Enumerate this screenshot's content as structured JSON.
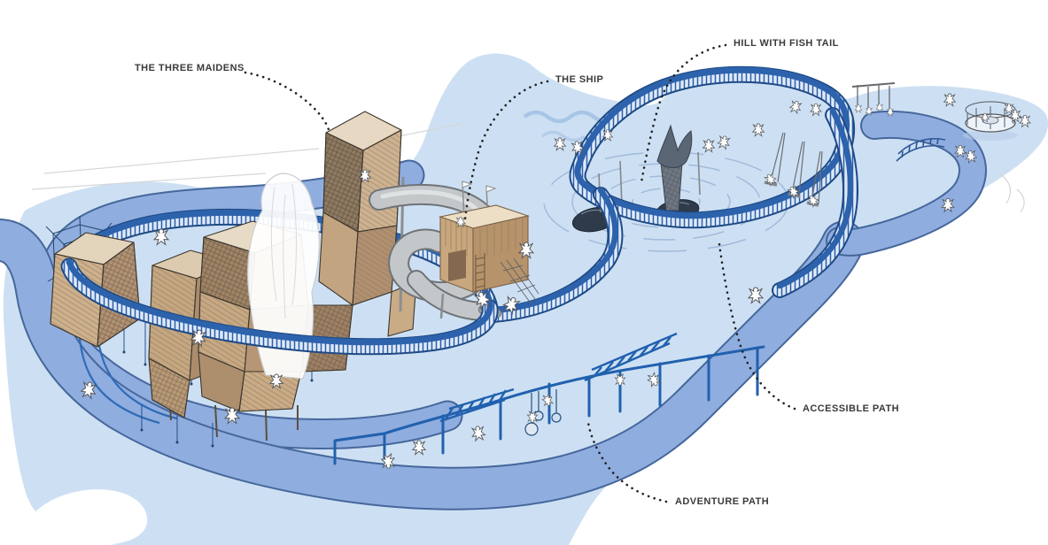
{
  "annotations": {
    "labels": [
      {
        "id": "the-three-maidens",
        "text": "THE THREE MAIDENS"
      },
      {
        "id": "the-ship",
        "text": "THE SHIP"
      },
      {
        "id": "hill-with-fish-tail",
        "text": "HILL WITH FISH TAIL"
      },
      {
        "id": "accessible-path",
        "text": "ACCESSIBLE PATH"
      },
      {
        "id": "adventure-path",
        "text": "ADVENTURE PATH"
      }
    ]
  },
  "palette": {
    "ground": "#cde0f3",
    "path_medium": "#8fadde",
    "ribbon_dark": "#2d62ac",
    "rail_light": "#dfeaf8",
    "wood": "#c9ab86",
    "slide_gray": "#c4c7ca",
    "ink": "#3a3a3a",
    "leader_dots": "#222222",
    "figure_white": "#ffffff"
  }
}
